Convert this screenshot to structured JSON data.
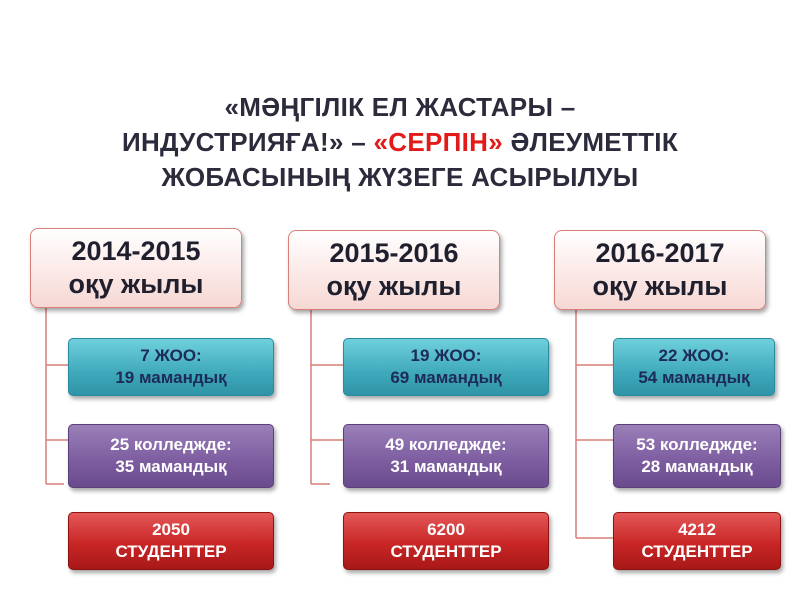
{
  "title": {
    "line1": "«МӘҢГІЛІК ЕЛ ЖАСТАРЫ –",
    "line2_part1": "ИНДУСТРИЯҒА!» – ",
    "line2_accent": "«СЕРПІН»",
    "line2_part2": " ӘЛЕУМЕТТІК",
    "line3": "ЖОБАСЫНЫҢ ЖҮЗЕГЕ АСЫРЫЛУЫ"
  },
  "columns": [
    {
      "year": "2014-2015",
      "subtitle": "оқу жылы",
      "universities": {
        "line1": "7 ЖОО:",
        "line2": "19 мамандық"
      },
      "colleges": {
        "line1": "25 колледжде:",
        "line2": "35 мамандық"
      },
      "students": {
        "line1": "2050",
        "line2": "СТУДЕНТТЕР"
      }
    },
    {
      "year": "2015-2016",
      "subtitle": "оқу жылы",
      "universities": {
        "line1": "19 ЖОО:",
        "line2": "69 мамандық"
      },
      "colleges": {
        "line1": "49 колледжде:",
        "line2": "31 мамандық"
      },
      "students": {
        "line1": "6200",
        "line2": "СТУДЕНТТЕР"
      }
    },
    {
      "year": "2016-2017",
      "subtitle": "оқу жылы",
      "universities": {
        "line1": "22 ЖОО:",
        "line2": "54 мамандық"
      },
      "colleges": {
        "line1": "53 колледжде:",
        "line2": "28 мамандық"
      },
      "students": {
        "line1": "4212",
        "line2": "СТУДЕНТТЕР"
      }
    }
  ],
  "colors": {
    "accent": "#e31a1a",
    "connector": "#d77f78",
    "university_box": "#3fa9bb",
    "college_box": "#7c5c9f",
    "students_box": "#c92626"
  }
}
